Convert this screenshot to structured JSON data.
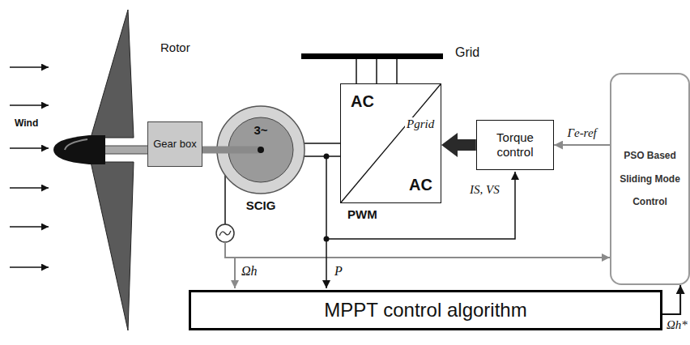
{
  "diagram": {
    "nodes": [
      {
        "text": [
          "Grid"
        ]
      },
      {
        "text": [
          "Gear box"
        ]
      },
      {
        "text": [
          "3~",
          "SCIG"
        ]
      },
      {
        "text": [
          "AC",
          "AC",
          "PWM"
        ]
      },
      {
        "text": [
          "Torque control"
        ]
      },
      {
        "text": [
          "PSO Based Sliding Mode Control"
        ]
      },
      {
        "text": [
          "MPPT control algorithm"
        ]
      }
    ],
    "edges": [
      {
        "from": 1,
        "to": 2,
        "arrow": "none"
      },
      {
        "from": 2,
        "to": 3,
        "arrow": "none"
      },
      {
        "from": 3,
        "to": 0,
        "arrow": "none",
        "label": "Pgrid"
      },
      {
        "from": 4,
        "to": 3,
        "arrow": "to"
      },
      {
        "from": 5,
        "to": 4,
        "arrow": "to",
        "label": "Γe-ref"
      },
      {
        "from": 6,
        "to": 5,
        "arrow": "to",
        "label": "Ωh*"
      }
    ],
    "labels": [
      "Wind",
      "Rotor",
      "IS, VS",
      "Ωh",
      "P"
    ]
  }
}
